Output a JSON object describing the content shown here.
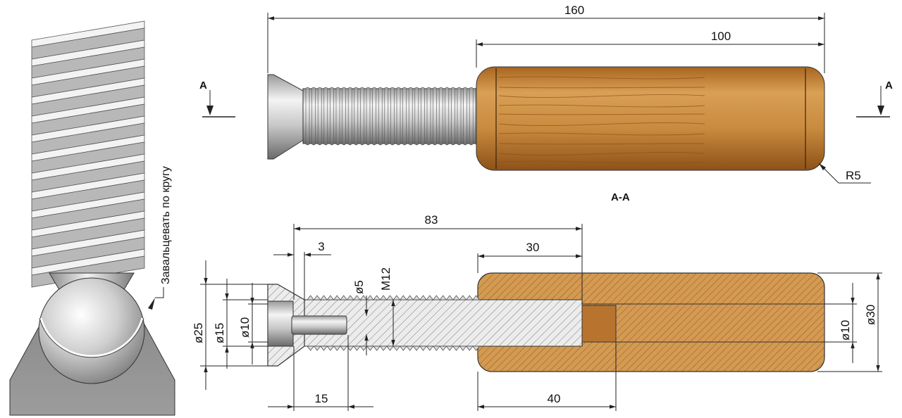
{
  "annotation": {
    "text": "Завальцевать по кругу"
  },
  "section_view": {
    "marker": "A",
    "title": "A-A"
  },
  "dimensions": {
    "overall_length": "160",
    "handle_length": "100",
    "radius": "R5",
    "length_83": "83",
    "gap_3": "3",
    "handle_bore_depth": "30",
    "diameter_5": "ø5",
    "thread": "M12",
    "diameter_25": "ø25",
    "diameter_15": "ø15",
    "diameter_10_head": "ø10",
    "length_15": "15",
    "length_40": "40",
    "diameter_10_handle": "ø10",
    "diameter_30": "ø30"
  },
  "colors": {
    "wood_light": "#d69a4a",
    "wood_dark": "#9a5a1c",
    "steel_light": "#e6e6e6",
    "steel_dark": "#7a7a7a",
    "hatch": "#555555"
  }
}
